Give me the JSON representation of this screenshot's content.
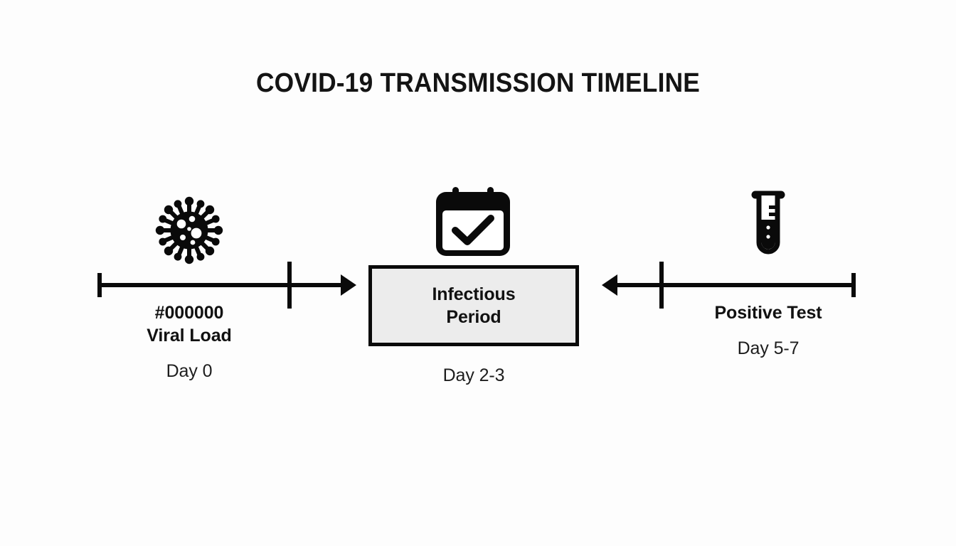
{
  "figure": {
    "title": "COVID-19 TRANSMISSION TIMELINE",
    "background_color": "#fdfdfd",
    "ink_color": "#0a0a0a",
    "box_fill_color": "#ececec"
  },
  "chart_data": {
    "type": "diagram",
    "title": "COVID-19 TRANSMISSION TIMELINE",
    "orientation": "horizontal-timeline",
    "stages": [
      {
        "id": "viral-load",
        "label_top": "#000000",
        "label_main": "Viral Load",
        "day": "Day 0",
        "icon": "virus-icon",
        "axis": "left-segment",
        "arrow_direction": "right"
      },
      {
        "id": "infectious-period",
        "label_main": "Infectious Period",
        "label_line_1": "Infectious",
        "label_line_2": "Period",
        "day": "Day 2-3",
        "icon": "calendar-check-icon",
        "axis": "center-box",
        "arrow_direction": "none"
      },
      {
        "id": "positive-test",
        "label_main": "Positive Test",
        "day": "Day 5-7",
        "icon": "test-tube-icon",
        "axis": "right-segment",
        "arrow_direction": "left"
      }
    ]
  },
  "icons": {
    "virus": "virus-icon",
    "calendar": "calendar-check-icon",
    "test_tube": "test-tube-icon"
  }
}
